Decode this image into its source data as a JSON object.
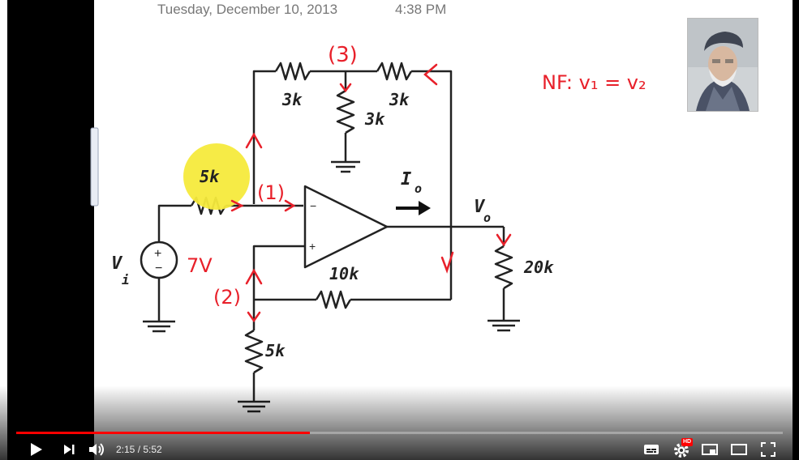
{
  "header": {
    "date": "Tuesday, December 10, 2013",
    "time": "4:38 PM"
  },
  "circuit": {
    "r_top_left": "3k",
    "r_top_right": "3k",
    "r_top_mid": "3k",
    "r_input": "5k",
    "r_feedback": "10k",
    "r_ground": "5k",
    "r_load": "20k",
    "source_label": "V",
    "source_sub": "i",
    "source_value": "7V",
    "current_label": "I",
    "current_sub": "o",
    "output_label": "V",
    "output_sub": "o",
    "node_1": "(1)",
    "node_2": "(2)",
    "node_3": "(3)",
    "opamp_minus": "−",
    "opamp_plus": "+"
  },
  "note": {
    "text": "NF:  v₁ = v₂"
  },
  "player": {
    "time_current": "2:15",
    "time_separator": " / ",
    "time_total": "5:52",
    "progress": 0.383,
    "hd_badge": "HD",
    "accent_color": "#ff0000"
  }
}
